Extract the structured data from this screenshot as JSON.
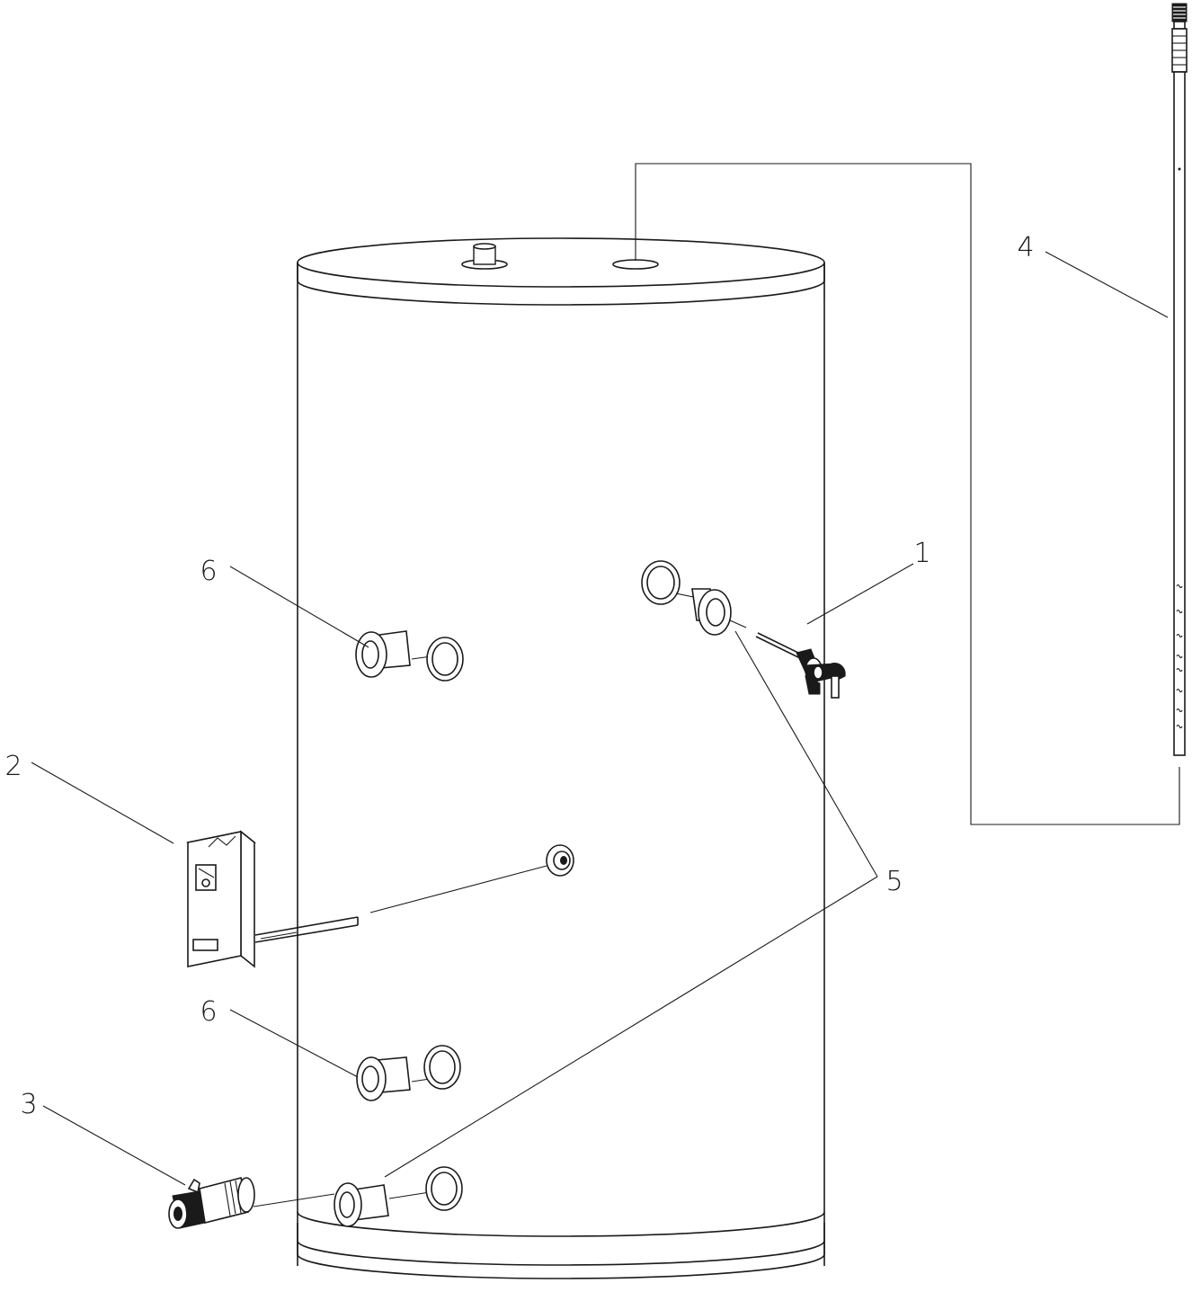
{
  "callouts": {
    "c1": "1",
    "c2": "2",
    "c3": "3",
    "c4": "4",
    "c5": "5",
    "c6a": "6",
    "c6b": "6"
  },
  "colors": {
    "line": "#1a1a1a",
    "background": "#ffffff"
  }
}
